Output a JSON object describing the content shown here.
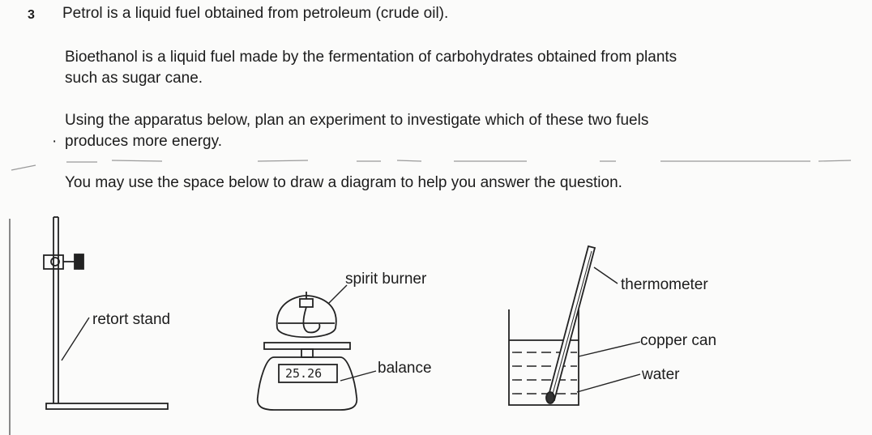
{
  "question": {
    "number": "3",
    "lines": [
      "Petrol is a liquid fuel obtained from petroleum (crude oil).",
      "Bioethanol is a liquid fuel made by the fermentation of carbohydrates obtained from plants",
      "such as sugar cane.",
      "Using the apparatus below, plan an experiment to investigate which of these two fuels",
      "produces more energy.",
      "You may use the space below to draw a diagram to help you answer the question."
    ],
    "bullet": "·"
  },
  "diagram": {
    "labels": {
      "retort_stand": "retort stand",
      "spirit_burner": "spirit burner",
      "balance": "balance",
      "thermometer": "thermometer",
      "copper_can": "copper can",
      "water": "water"
    },
    "balance_reading": "25.26"
  }
}
